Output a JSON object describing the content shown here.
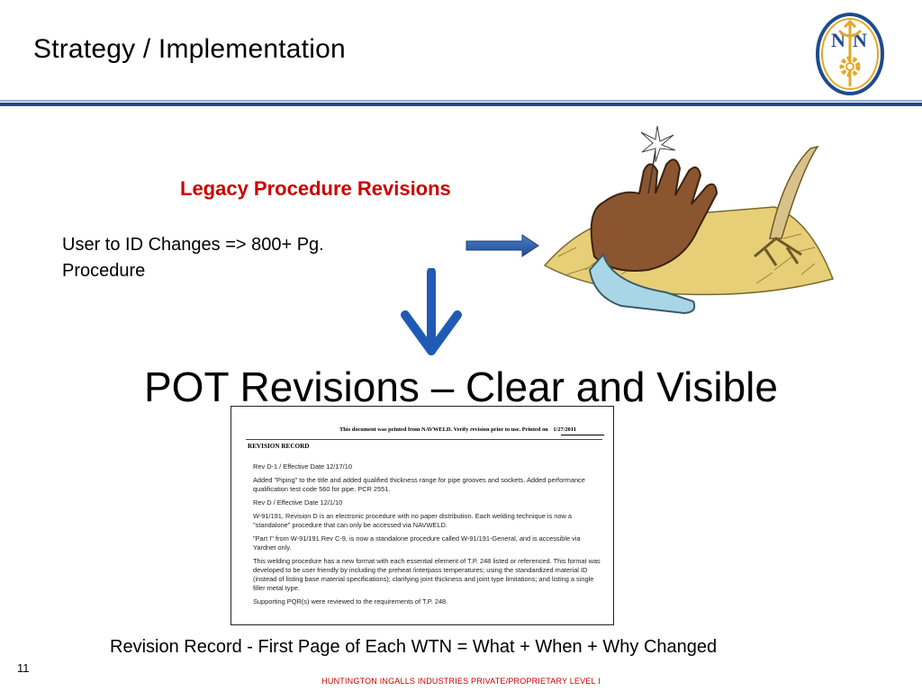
{
  "header": {
    "title": "Strategy / Implementation",
    "logo_icon": "nn-trident-gear-logo-icon"
  },
  "section": {
    "heading": "Legacy Procedure Revisions",
    "body_line1": "User to ID Changes => 800+ Pg.",
    "body_line2": "Procedure"
  },
  "icons": {
    "right_arrow": "arrow-right-icon",
    "down_arrow": "arrow-down-icon",
    "illustration": "needle-in-haystack-illustration"
  },
  "main_heading": "POT Revisions – Clear and Visible",
  "document": {
    "banner": "This document was printed from NAVWELD. Verify revision prior to use. Printed on",
    "banner_date": "1/27/2011",
    "record_title": "REVISION RECORD",
    "paragraphs": [
      "Rev D-1 / Effective Date 12/17/10",
      "Added \"Piping\" to the title and added qualified thickness range for pipe grooves and sockets. Added performance qualification test code 560 for pipe.  PCR 2551.",
      "Rev D / Effective Date 12/1/10",
      "W-91/191, Revision D is an electronic procedure with no paper distribution. Each welding technique is now a \"standalone\" procedure that can only be accessed via NAVWELD.",
      "\"Part I\" from W-91/191 Rev C-9, is now a standalone procedure called W-91/191-General, and is accessible via Yardnet only.",
      "This welding procedure has a new format with each essential element of T.P. 248 listed or referenced. This format was developed to be user friendly by including the preheat /interpass temperatures; using the standardized material ID (instead of listing base material specifications); clarifying joint thickness and joint type limitations; and listing a single filler metal type.",
      "Supporting PQR(s) were reviewed to the requirements of T.P. 248."
    ]
  },
  "caption": "Revision Record - First Page of Each WTN = What + When + Why Changed",
  "footer": {
    "page_number": "11",
    "label": "HUNTINGTON INGALLS INDUSTRIES PRIVATE/PROPRIETARY LEVEL I"
  },
  "colors": {
    "accent_red": "#cc0000",
    "rule_blue": "#1d4c8c",
    "arrow_blue": "#2a5aa8",
    "logo_gold": "#e3a82a"
  }
}
